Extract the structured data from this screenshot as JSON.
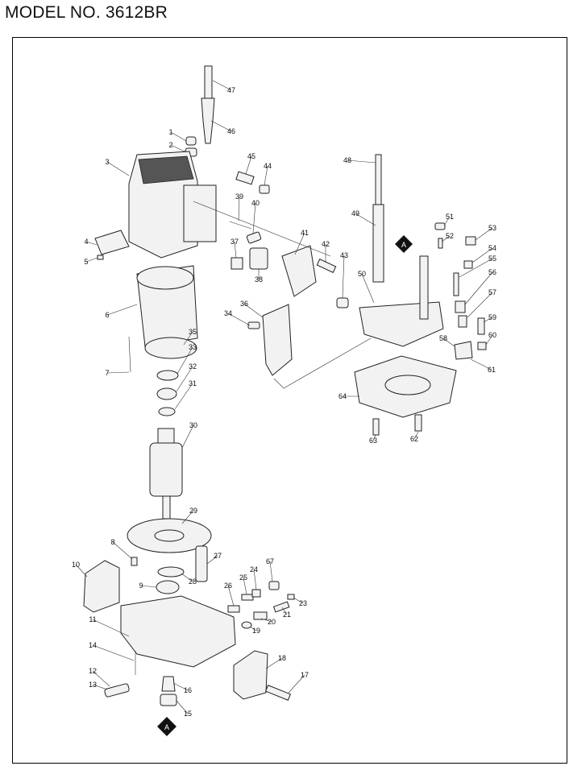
{
  "header": {
    "model_text": "MODEL NO. 3612BR"
  },
  "callouts": [
    {
      "num": "1"
    },
    {
      "num": "2"
    },
    {
      "num": "3"
    },
    {
      "num": "4"
    },
    {
      "num": "5"
    },
    {
      "num": "6"
    },
    {
      "num": "7"
    },
    {
      "num": "8"
    },
    {
      "num": "9"
    },
    {
      "num": "10"
    },
    {
      "num": "11"
    },
    {
      "num": "12"
    },
    {
      "num": "13"
    },
    {
      "num": "14"
    },
    {
      "num": "15"
    },
    {
      "num": "16"
    },
    {
      "num": "17"
    },
    {
      "num": "18"
    },
    {
      "num": "19"
    },
    {
      "num": "20"
    },
    {
      "num": "21"
    },
    {
      "num": "23"
    },
    {
      "num": "24"
    },
    {
      "num": "25"
    },
    {
      "num": "26"
    },
    {
      "num": "27"
    },
    {
      "num": "28"
    },
    {
      "num": "29"
    },
    {
      "num": "30"
    },
    {
      "num": "31"
    },
    {
      "num": "32"
    },
    {
      "num": "33"
    },
    {
      "num": "34"
    },
    {
      "num": "35"
    },
    {
      "num": "36"
    },
    {
      "num": "37"
    },
    {
      "num": "38"
    },
    {
      "num": "39"
    },
    {
      "num": "40"
    },
    {
      "num": "41"
    },
    {
      "num": "42"
    },
    {
      "num": "43"
    },
    {
      "num": "44"
    },
    {
      "num": "45"
    },
    {
      "num": "46"
    },
    {
      "num": "47"
    },
    {
      "num": "48"
    },
    {
      "num": "49"
    },
    {
      "num": "50"
    },
    {
      "num": "51"
    },
    {
      "num": "52"
    },
    {
      "num": "53"
    },
    {
      "num": "54"
    },
    {
      "num": "55"
    },
    {
      "num": "56"
    },
    {
      "num": "57"
    },
    {
      "num": "58"
    },
    {
      "num": "59"
    },
    {
      "num": "60"
    },
    {
      "num": "61"
    },
    {
      "num": "62"
    },
    {
      "num": "63"
    },
    {
      "num": "64"
    },
    {
      "num": "67"
    }
  ],
  "markers": [
    {
      "letter": "A"
    },
    {
      "letter": "A"
    }
  ]
}
